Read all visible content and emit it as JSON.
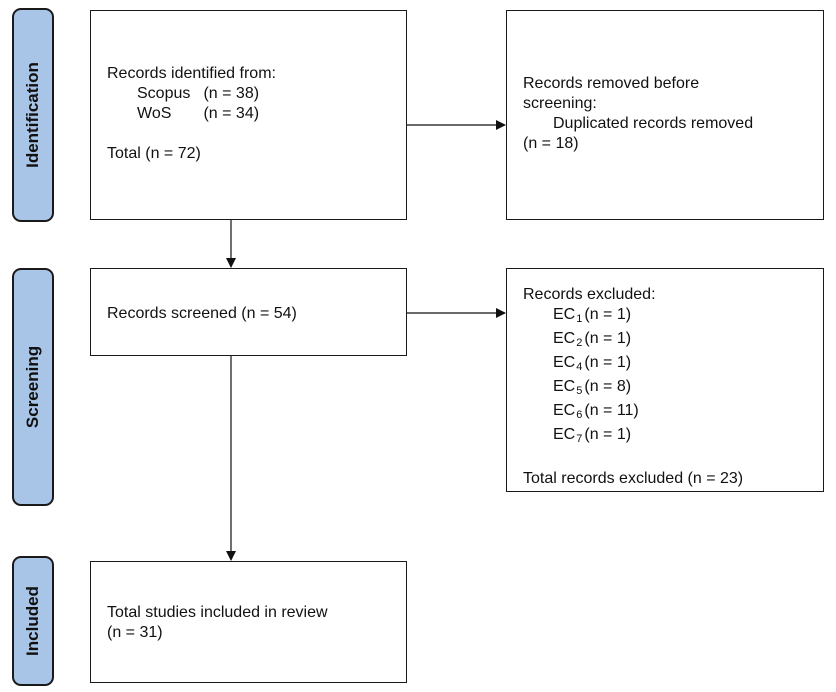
{
  "phases": {
    "identification": "Identification",
    "screening": "Screening",
    "included": "Included"
  },
  "identified": {
    "heading": "Records identified from:",
    "sources": [
      {
        "name": "Scopus",
        "count": "(n = 38)"
      },
      {
        "name": "WoS",
        "count": "(n = 34)"
      }
    ],
    "total": "Total (n = 72)"
  },
  "removed": {
    "heading_line1": "Records removed before",
    "heading_line2": "screening:",
    "item": "Duplicated records removed",
    "count": "(n = 18)"
  },
  "screened": {
    "text": "Records screened (n = 54)"
  },
  "excluded": {
    "heading": "Records excluded:",
    "criteria": [
      {
        "label": "EC",
        "sub": "1",
        "count": "(n = 1)"
      },
      {
        "label": "EC",
        "sub": "2",
        "count": "(n = 1)"
      },
      {
        "label": "EC",
        "sub": "4",
        "count": "(n = 1)"
      },
      {
        "label": "EC",
        "sub": "5",
        "count": "(n = 8)"
      },
      {
        "label": "EC",
        "sub": "6",
        "count": "(n = 11)"
      },
      {
        "label": "EC",
        "sub": "7",
        "count": "(n = 1)"
      }
    ],
    "total": "Total records excluded (n = 23)"
  },
  "included": {
    "line1": "Total studies included in review",
    "line2": "(n = 31)"
  }
}
